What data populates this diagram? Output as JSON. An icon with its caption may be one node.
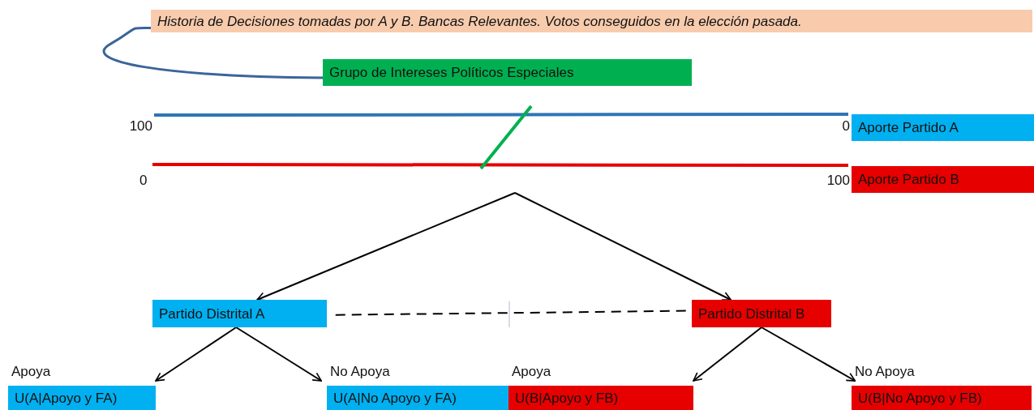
{
  "diagram": {
    "nodes": [
      {
        "text": [
          "Historia de Decisiones tomadas por A y B. Bancas Relevantes. Votos conseguidos en la elección pasada."
        ]
      },
      {
        "text": [
          "Grupo de Intereses Políticos Especiales"
        ]
      },
      {
        "text": [
          "Aporte Partido A"
        ]
      },
      {
        "text": [
          "Aporte Partido B"
        ]
      },
      {
        "text": [
          "Partido Distrital A"
        ]
      },
      {
        "text": [
          "Partido Distrital B"
        ]
      },
      {
        "text": [
          "U(A|Apoyo y FA)"
        ],
        "beside": [
          "Apoya"
        ]
      },
      {
        "text": [
          "U(A|No Apoyo y FA)"
        ],
        "beside": [
          "No Apoya"
        ]
      },
      {
        "text": [
          "U(B|Apoyo y FB)"
        ],
        "beside": [
          "Apoya"
        ]
      },
      {
        "text": [
          "U(B|No Apoyo y FB)"
        ],
        "beside": [
          "No Apoya"
        ]
      }
    ],
    "edges": [
      {
        "from": 1,
        "to": 0,
        "arrow": "none",
        "color": "#3a6599"
      },
      {
        "from": null,
        "to": 4,
        "arrow": "to"
      },
      {
        "from": null,
        "to": 5,
        "arrow": "to"
      },
      {
        "from": 4,
        "to": 5,
        "arrow": "none",
        "style": "dashed"
      },
      {
        "from": 4,
        "to": 6,
        "arrow": "to"
      },
      {
        "from": 4,
        "to": 7,
        "arrow": "to"
      },
      {
        "from": 5,
        "to": 8,
        "arrow": "to"
      },
      {
        "from": 5,
        "to": 9,
        "arrow": "to"
      }
    ],
    "labels": [
      "100",
      "0",
      "0",
      "100"
    ]
  }
}
